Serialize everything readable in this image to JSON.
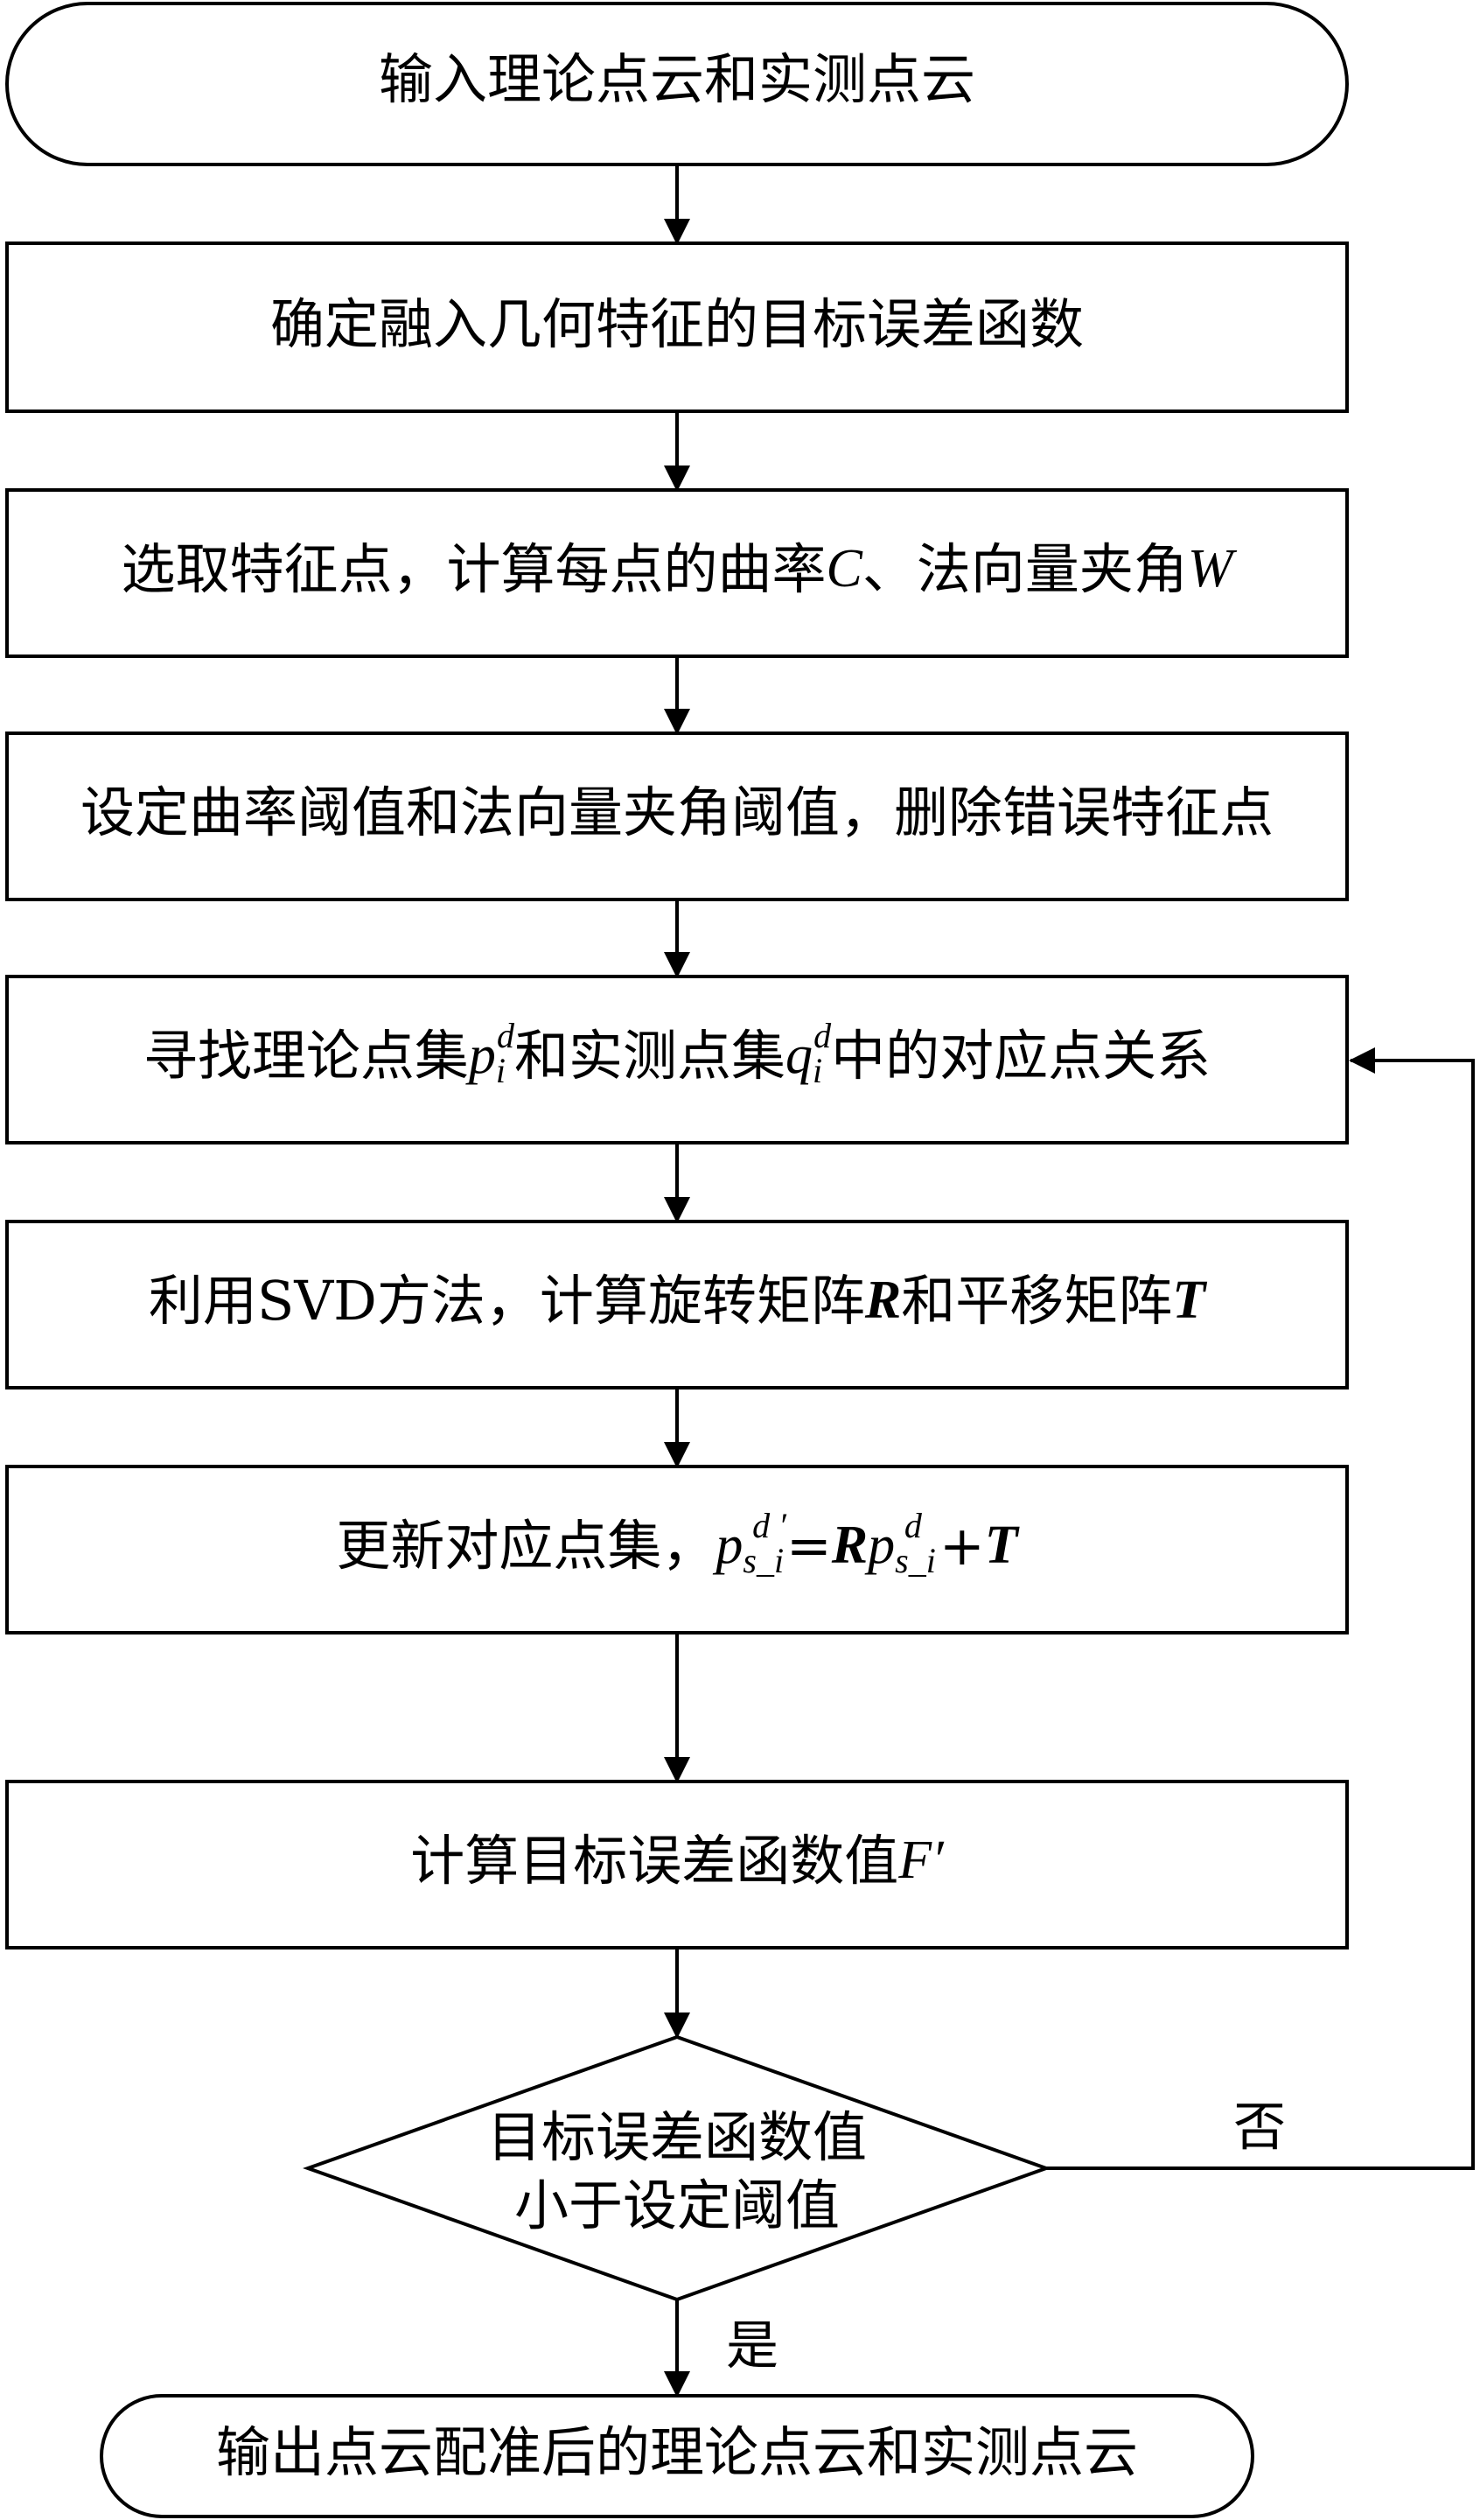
{
  "flowchart": {
    "start": "输入理论点云和实测点云",
    "steps": [
      {
        "id": "objective",
        "text": "确定融入几何特征的目标误差函数"
      },
      {
        "id": "feature",
        "text_a": "选取特征点，计算每点的曲率",
        "var_c": "C",
        "text_b": "、法向量夹角",
        "var_w": "W"
      },
      {
        "id": "threshold",
        "text": "设定曲率阈值和法向量夹角阈值，删除错误特征点"
      },
      {
        "id": "correspond",
        "text_a": "寻找理论点集",
        "p": "p",
        "p_sub": "i",
        "p_sup": "d",
        "text_b": "和实测点集",
        "q": "q",
        "q_sub": "i",
        "q_sup": "d",
        "text_c": "中的对应点关系"
      },
      {
        "id": "svd",
        "text_a": "利用SVD方法，计算旋转矩阵",
        "R": "R",
        "text_b": "和平移矩阵",
        "T": "T"
      },
      {
        "id": "update",
        "text_a": "更新对应点集，",
        "formula": {
          "p": "p",
          "sup": "d",
          "sub": "s_i",
          "prime": "′",
          "eq": "=",
          "R": "R",
          "plus": "+",
          "T": "T"
        }
      },
      {
        "id": "compute",
        "text_a": "计算目标误差函数值",
        "F": "F",
        "prime": "′"
      }
    ],
    "decision": {
      "line1": "目标误差函数值",
      "line2": "小于设定阈值"
    },
    "no_label": "否",
    "yes_label": "是",
    "end": "输出点云配准后的理论点云和实测点云"
  }
}
